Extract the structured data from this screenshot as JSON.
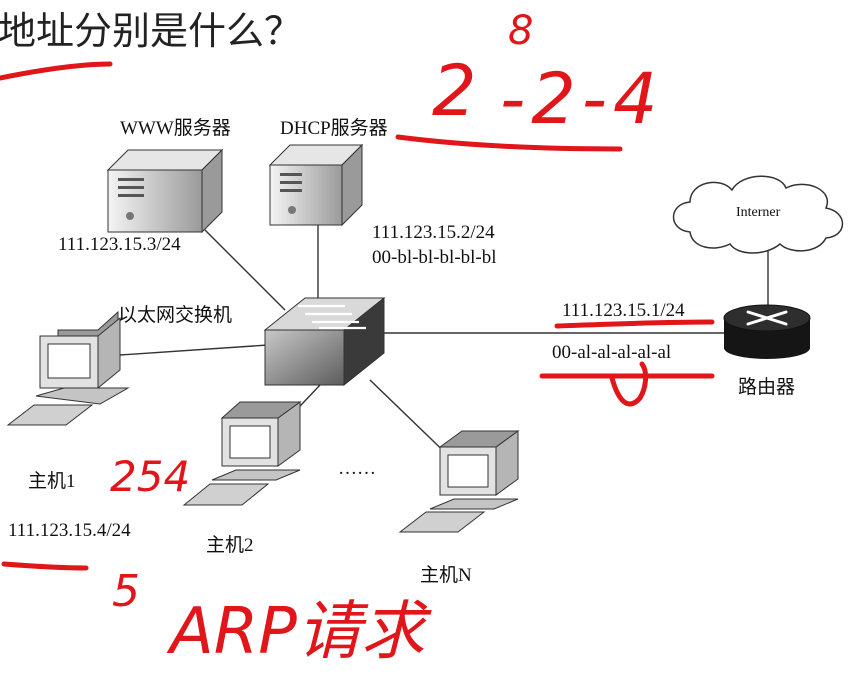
{
  "title": "地址分别是什么？",
  "nodes": {
    "www_server": "WWW服务器",
    "dhcp_server": "DHCP服务器",
    "internet": "Interner",
    "switch": "以太网交换机",
    "router": "路由器",
    "host1": "主机1",
    "host2": "主机2",
    "hostn": "主机N",
    "ellipsis": "……"
  },
  "addresses": {
    "www_ip": "111.123.15.3/24",
    "dhcp_ip": "111.123.15.2/24",
    "dhcp_mac": "00-bl-bl-bl-bl-bl",
    "router_ip": "111.123.15.1/24",
    "router_mac": "00-al-al-al-al-al",
    "host1_ip": "111.123.15.4/24"
  },
  "annotations": {
    "formula_base": "2",
    "formula_exp": "8",
    "formula_rest": "-2-4",
    "host1_count": "254",
    "host1_suffix": "5",
    "arp_note": "ARP请求"
  },
  "colors": {
    "annotation": "#e0161b",
    "device_gray": "#8a8a8a",
    "link": "#333333"
  }
}
